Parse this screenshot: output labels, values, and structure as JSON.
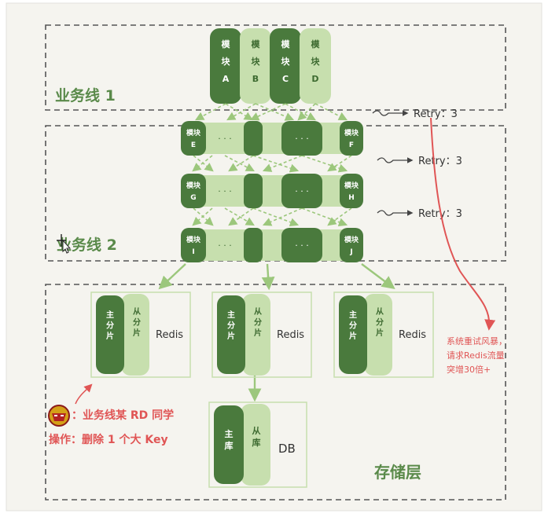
{
  "colors": {
    "paper": "#f5f4ef",
    "frame": "#e2e1dc",
    "dashed": "#555555",
    "dark_green": "#4a7a3d",
    "light_green": "#c7dfae",
    "mid_green": "#9cc77c",
    "label_green": "#5a8a4a",
    "red": "#e05555",
    "text_dark": "#333333"
  },
  "sections": {
    "biz1": "业务线 1",
    "biz2": "业务线 2",
    "storage": "存储层"
  },
  "modules_top": [
    {
      "label": "模块A",
      "tone": "dark"
    },
    {
      "label": "模块B",
      "tone": "light"
    },
    {
      "label": "模块C",
      "tone": "dark"
    },
    {
      "label": "模块D",
      "tone": "light"
    }
  ],
  "module_rows": [
    {
      "left": "模块E",
      "right": "模块F",
      "dots": "· · ·"
    },
    {
      "left": "模块G",
      "right": "模块H",
      "dots": "· · ·"
    },
    {
      "left": "模块I",
      "right": "模块J",
      "dots": "· · ·"
    }
  ],
  "retries": [
    "Retry：3",
    "Retry：3",
    "Retry：3"
  ],
  "redis_clusters": [
    {
      "master": "主分片",
      "slave": "从分片",
      "name": "Redis"
    },
    {
      "master": "主分片",
      "slave": "从分片",
      "name": "Redis"
    },
    {
      "master": "主分片",
      "slave": "从分片",
      "name": "Redis"
    }
  ],
  "db": {
    "master": "主库",
    "slave": "从库",
    "name": "DB"
  },
  "storm_note": [
    "系统重试风暴，",
    "请求Redis流量",
    "突增30倍+"
  ],
  "operator": {
    "line1": "：业务线某 RD 同学",
    "line2": "操作：删除 1 个大 Key"
  }
}
